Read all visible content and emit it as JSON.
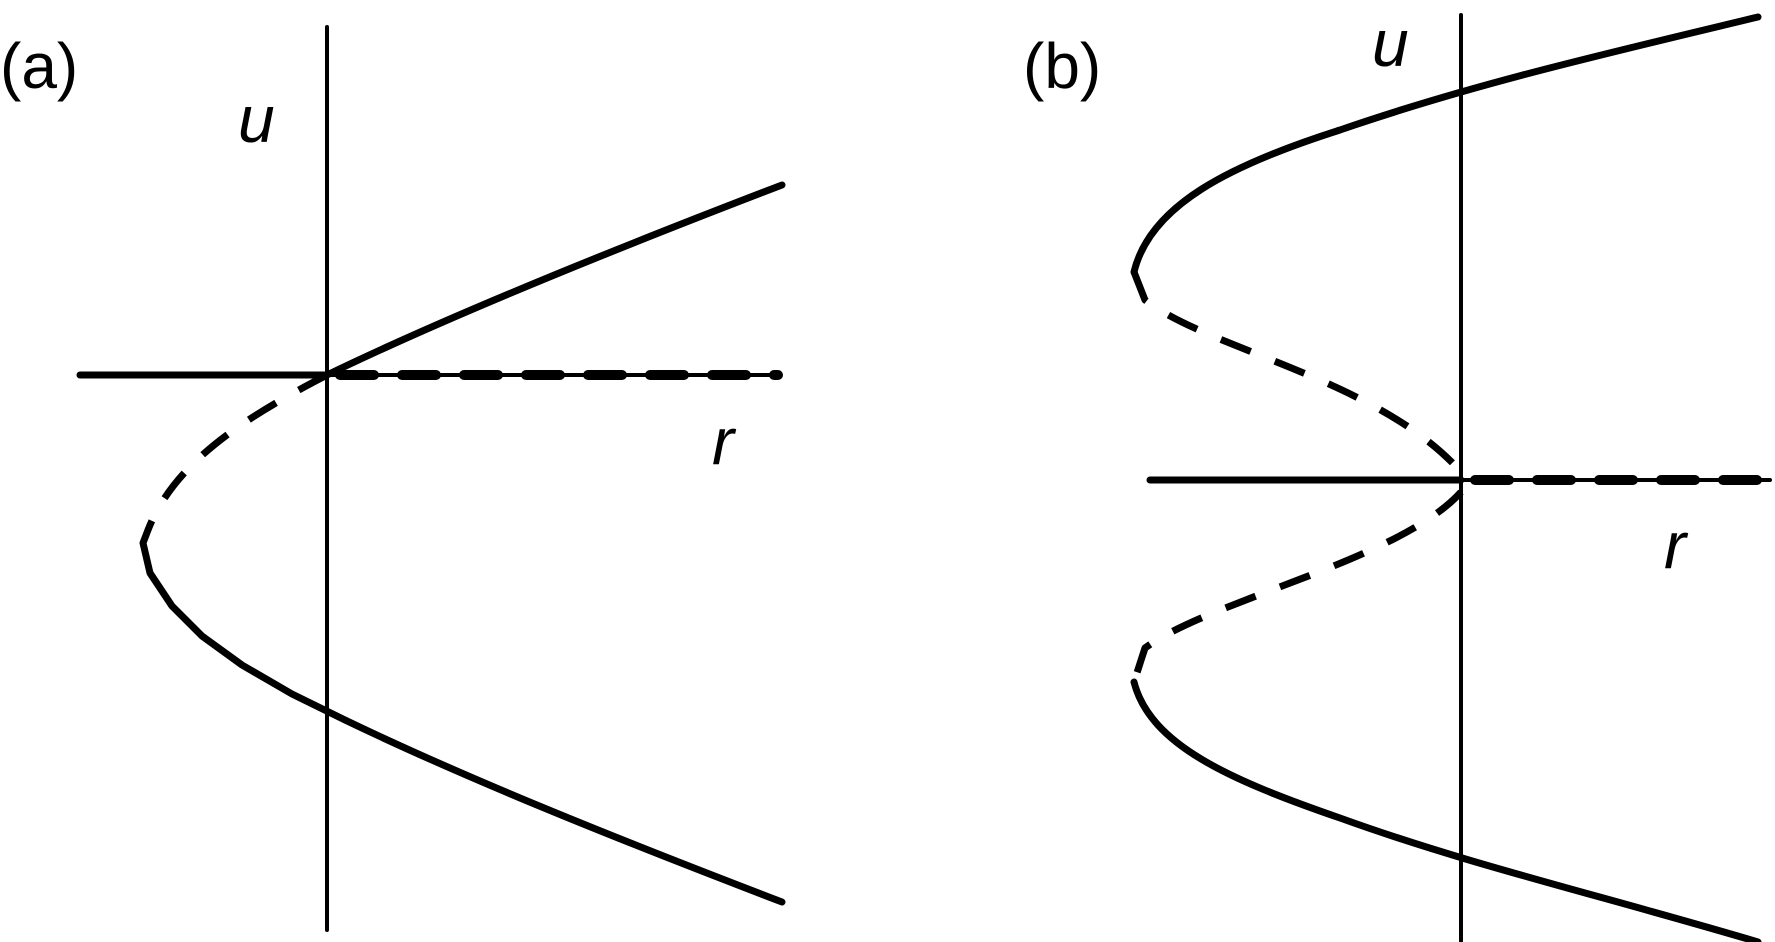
{
  "panels": [
    {
      "id": "a",
      "label": "(a)",
      "y_axis_label": "u",
      "x_axis_label": "r"
    },
    {
      "id": "b",
      "label": "(b)",
      "y_axis_label": "u",
      "x_axis_label": "r"
    }
  ],
  "colors": {
    "ink": "#000000",
    "background": "#ffffff"
  }
}
